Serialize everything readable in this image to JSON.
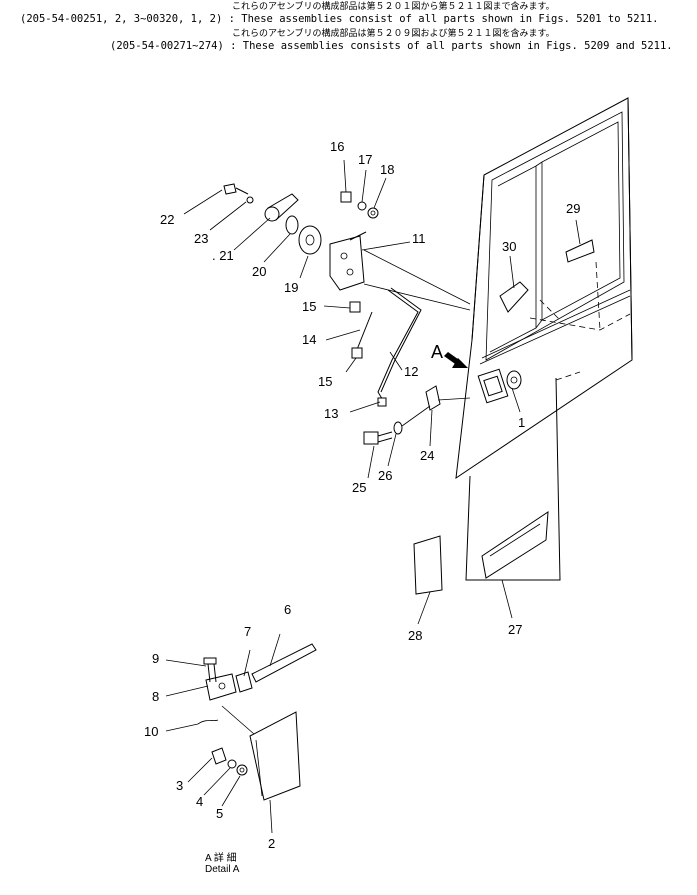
{
  "notes": [
    {
      "jp": "これらのアセンブリの構成部品は第５２０１図から第５２１１図まで含みます。",
      "code": "(205-54-00251, 2, 3~00320, 1, 2) :",
      "text": "These assemblies consist of all parts shown in Figs. 5201 to 5211."
    },
    {
      "jp": "これらのアセンブリの構成部品は第５２０９図および第５２１１図を含みます。",
      "code": "(205-54-00271~274) :",
      "text": "These assemblies consists of all parts shown in Figs. 5209 and 5211."
    }
  ],
  "callouts": {
    "c1": "1",
    "c2": "2",
    "c3": "3",
    "c4": "4",
    "c5": "5",
    "c6": "6",
    "c7": "7",
    "c8": "8",
    "c9": "9",
    "c10": "10",
    "c11": "11",
    "c12": "12",
    "c13": "13",
    "c14": "14",
    "c15a": "15",
    "c15b": "15",
    "c16": "16",
    "c17": "17",
    "c18": "18",
    "c19": "19",
    "c20": "20",
    "c21": ". 21",
    "c22": "22",
    "c23": "23",
    "c24": "24",
    "c25": "25",
    "c26": "26",
    "c27": "27",
    "c28": "28",
    "c29": "29",
    "c30": "30"
  },
  "view_marker": "A",
  "detail_label": {
    "jp": "A 詳 細",
    "en": "Detail A"
  }
}
